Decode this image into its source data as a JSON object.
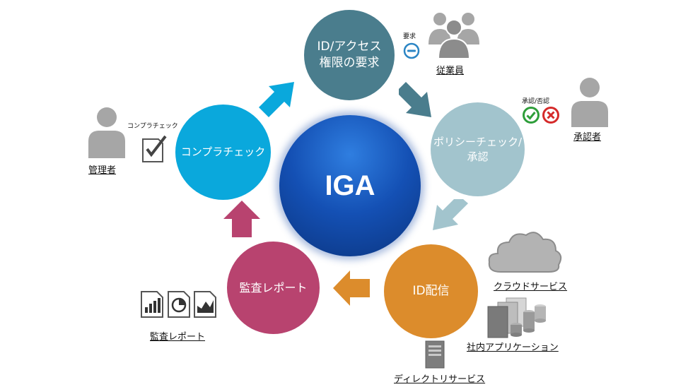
{
  "center": {
    "label": "IGA"
  },
  "nodes": {
    "request": "ID/アクセス\n権限の要求",
    "policy": "ポリシーチェック/\n承認",
    "provision": "ID配信",
    "audit": "監査レポート",
    "compliance": "コンプラチェック"
  },
  "actors": {
    "employees": {
      "label": "従業員",
      "tag": "要求",
      "icon": "people-icon"
    },
    "approver": {
      "label": "承認者",
      "tag": "承認/否認",
      "icon": "person-icon"
    },
    "admin": {
      "label": "管理者",
      "tag": "コンプラチェック",
      "icon": "person-icon"
    }
  },
  "systems": {
    "cloud": "クラウドサービス",
    "internal_apps": "社内アプリケーション",
    "directory": "ディレクトリサービス"
  },
  "reports": {
    "label": "監査レポート"
  },
  "colors": {
    "request": "#4a7d8d",
    "policy": "#a2c4cd",
    "provision": "#dc8c2c",
    "audit": "#b8436f",
    "compliance": "#0aa8dc",
    "center": "#1450b4",
    "approve": "#2e9e3a",
    "deny": "#d52a2a",
    "request_badge": "#2b85c4"
  }
}
